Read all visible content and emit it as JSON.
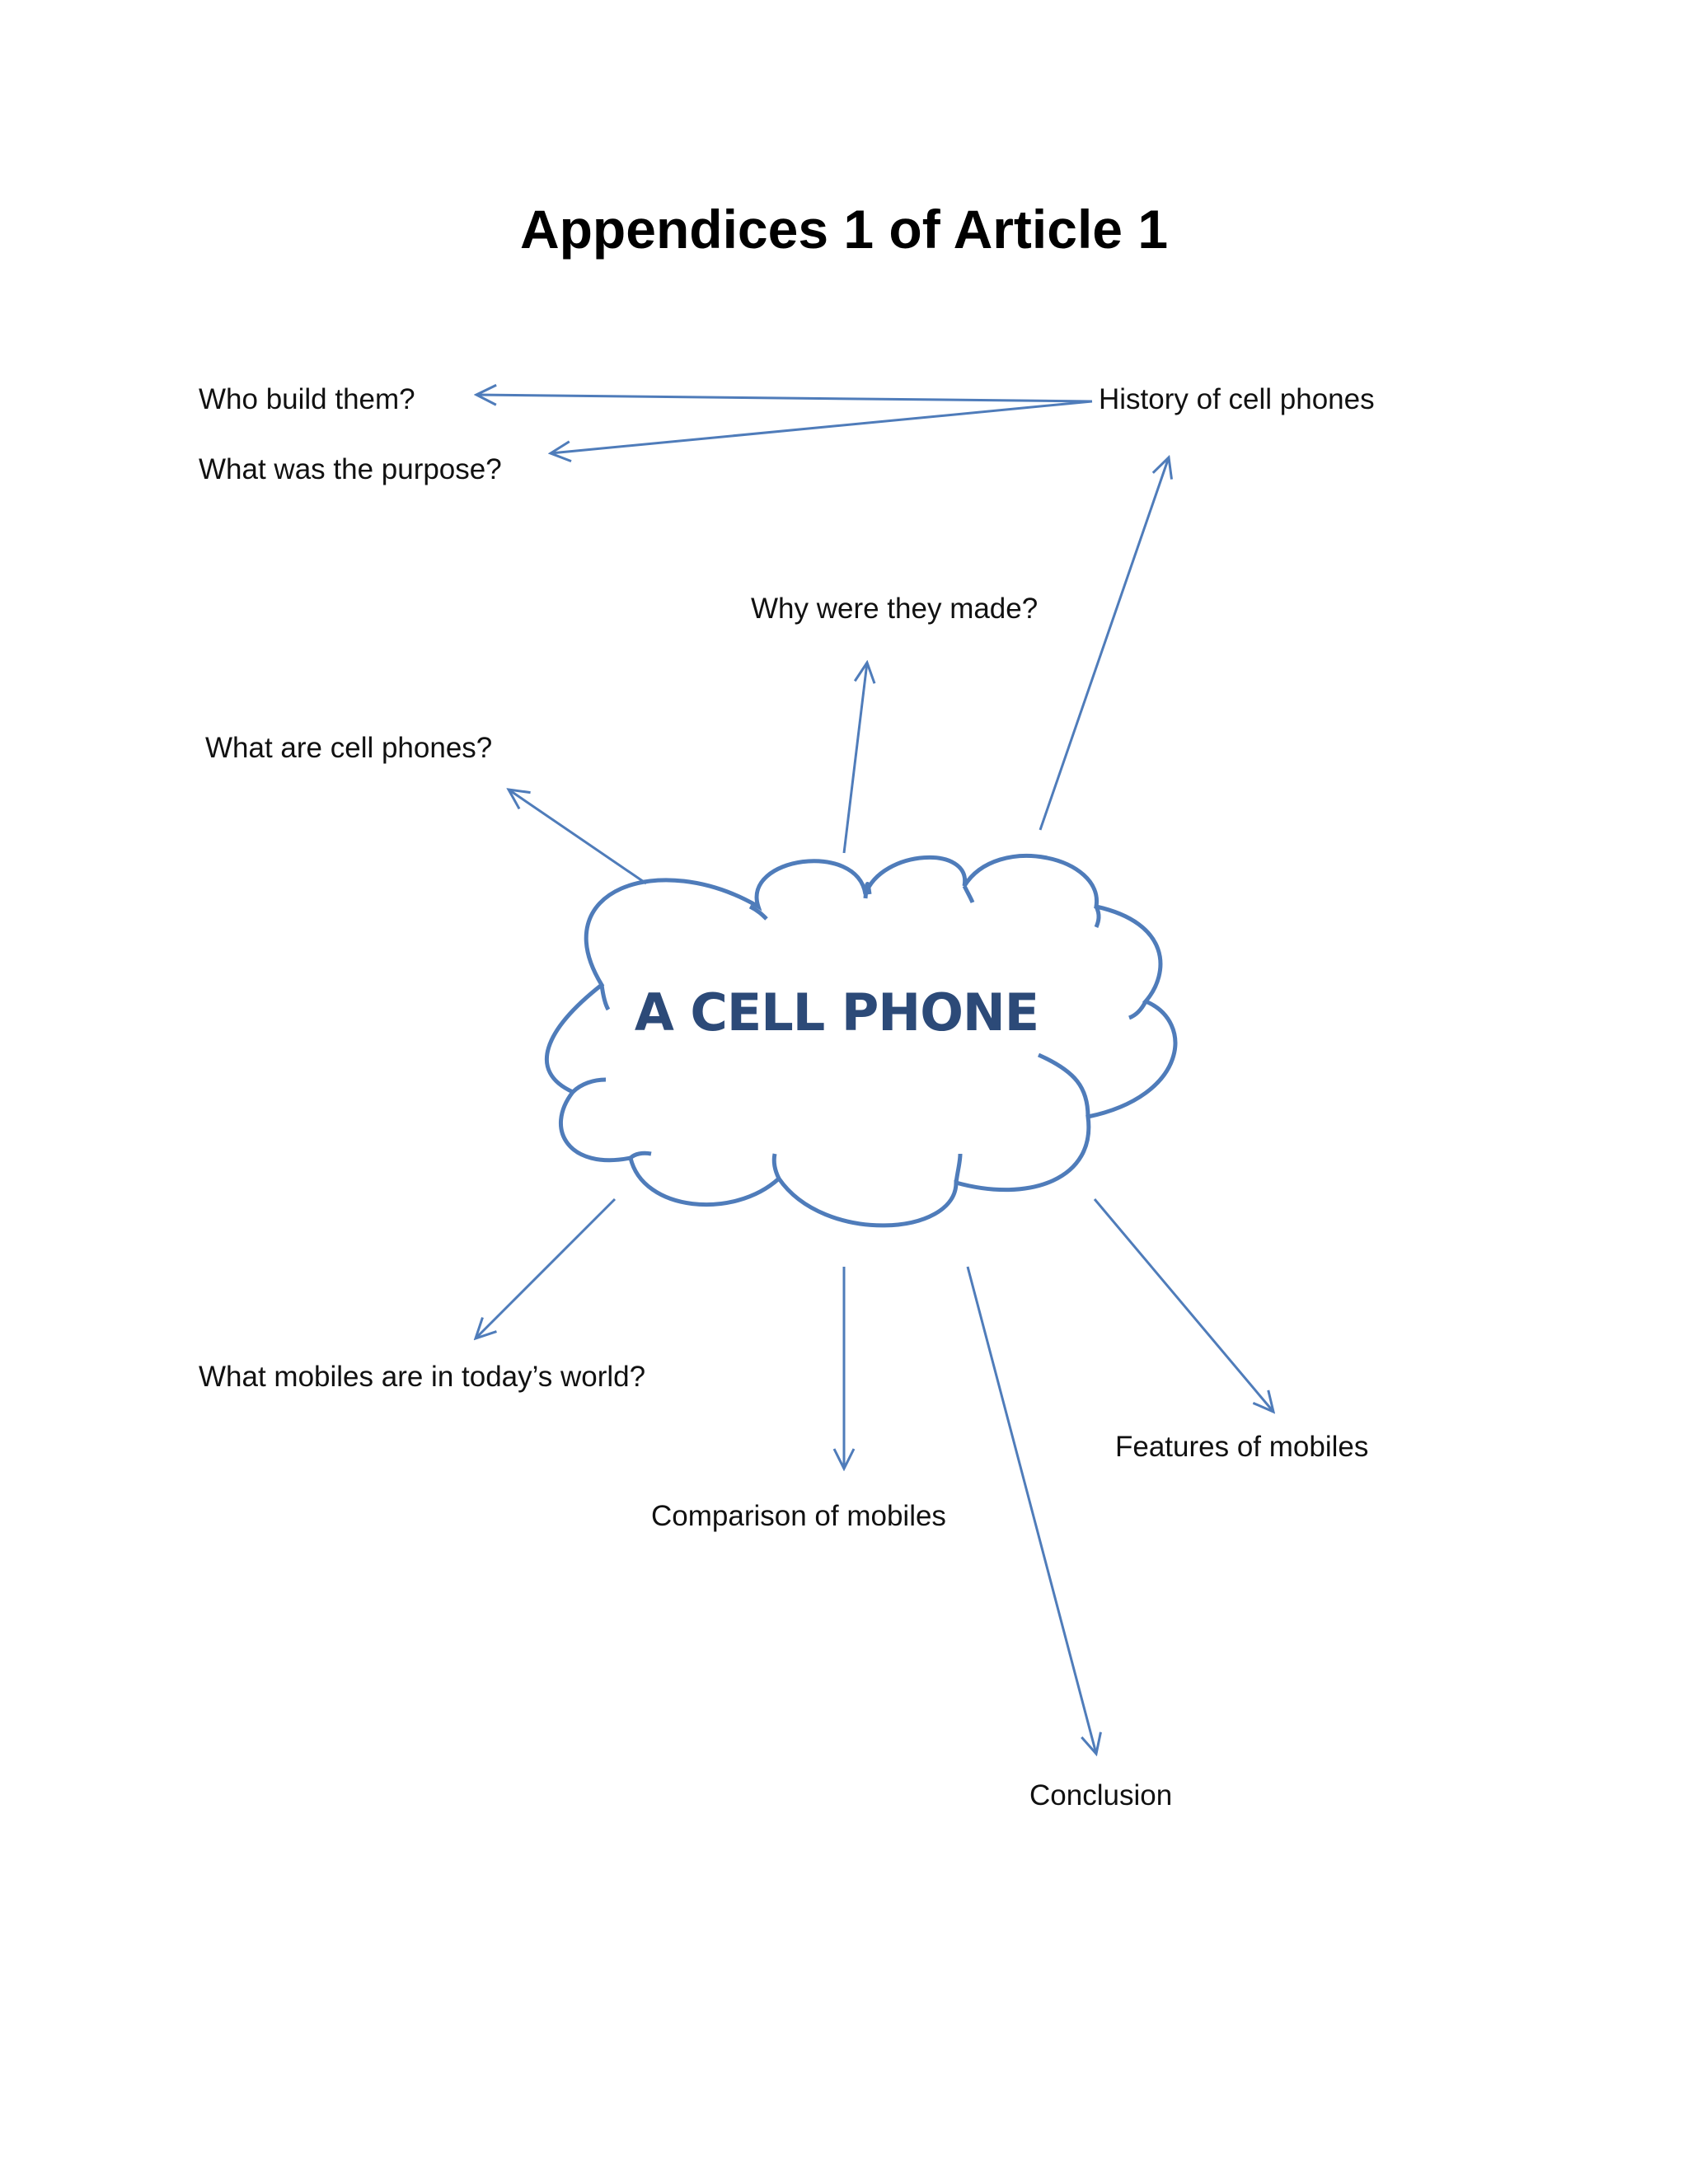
{
  "title": "Appendices 1 of Article 1",
  "center": "A CELL PHONE",
  "nodes": {
    "history": "History of cell phones",
    "who_build": "Who build them?",
    "purpose": "What was the purpose?",
    "why_made": "Why were they made?",
    "what_are": "What are cell phones?",
    "today": "What mobiles are in today’s world?",
    "comparison": "Comparison of mobiles",
    "features": "Features of mobiles",
    "conclusion": "Conclusion"
  },
  "colors": {
    "arrow": "#4f7cba",
    "cloud": "#4f7cba",
    "center_text": "#2c4a78"
  }
}
